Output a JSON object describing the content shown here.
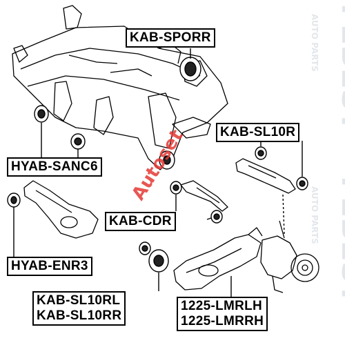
{
  "labels": {
    "kab_sporr": "KAB-SPORR",
    "kab_sl10r": "KAB-SL10R",
    "hyab_sanc6": "HYAB-SANC6",
    "kab_cdr": "KAB-CDR",
    "hyab_enr3": "HYAB-ENR3",
    "kab_sl10rl": "KAB-SL10RL",
    "kab_sl10rr": "KAB-SL10RR",
    "lmrlh": "1225-LMRLH",
    "lmrrh": "1225-LMRRH"
  },
  "watermarks": {
    "brand": "FEBEST",
    "sub": "AUTO PARTS",
    "stamp": "Autoset"
  },
  "colors": {
    "ink": "#000000",
    "watermark": "#d9dde3",
    "stamp": "#e53935",
    "bushing": "#222222"
  }
}
